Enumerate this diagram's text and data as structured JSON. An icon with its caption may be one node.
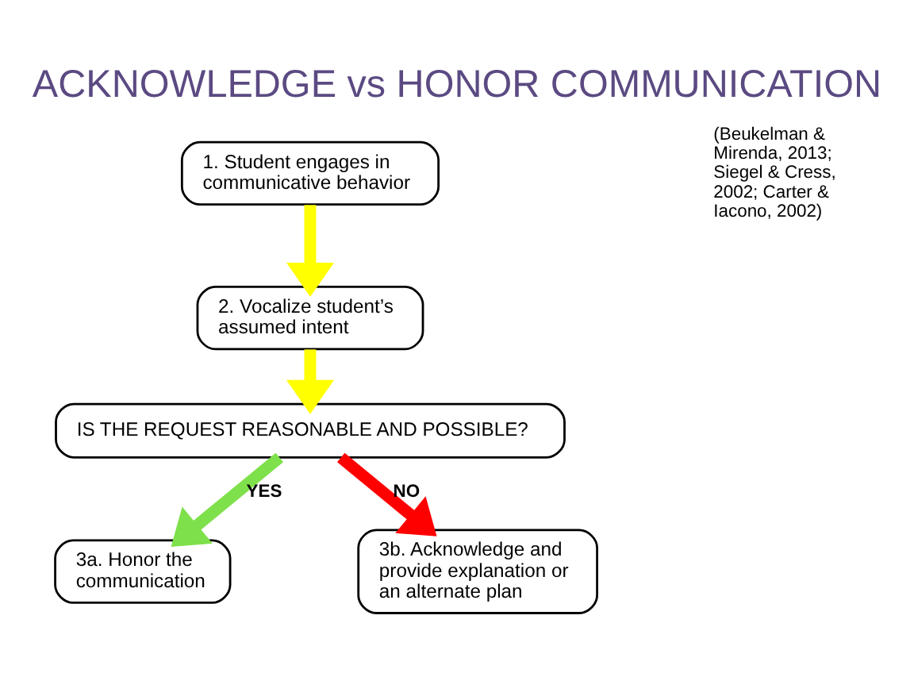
{
  "diagram": {
    "title": "ACKNOWLEDGE vs HONOR COMMUNICATION",
    "nodes": [
      {
        "text": [
          "1. Student engages in communicative behavior"
        ]
      },
      {
        "text": [
          "2. Vocalize student’s assumed intent"
        ]
      },
      {
        "text": [
          "IS THE REQUEST REASONABLE AND POSSIBLE?"
        ]
      },
      {
        "text": [
          "3a. Honor the communication"
        ]
      },
      {
        "text": [
          "3b. Acknowledge and provide explanation or an alternate plan"
        ]
      }
    ],
    "edges": [
      {
        "from": 0,
        "to": 1,
        "arrow": "to",
        "color": "#ffff00"
      },
      {
        "from": 1,
        "to": 2,
        "arrow": "to",
        "color": "#ffff00"
      },
      {
        "from": 2,
        "to": 3,
        "arrow": "to",
        "label": "YES",
        "color": "#7ee04a"
      },
      {
        "from": 2,
        "to": 4,
        "arrow": "to",
        "label": "NO",
        "color": "#ff0000"
      }
    ],
    "labels": [
      "(Beukelman & Mirenda, 2013; Siegel & Cress, 2002; Carter & Iacono, 2002)"
    ]
  }
}
